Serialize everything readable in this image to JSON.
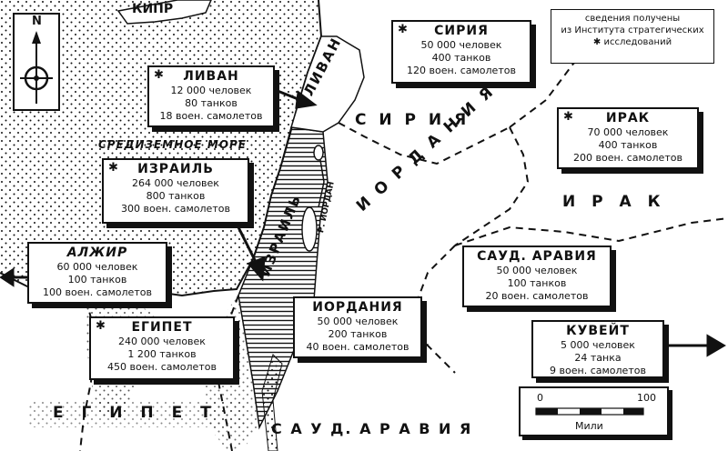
{
  "map_title": "",
  "source_note": [
    "сведения получены",
    "из Института стратегических",
    "✱ исследований"
  ],
  "compass": {
    "north": "N"
  },
  "scale": {
    "zero": "0",
    "max": "100",
    "unit": "Мили"
  },
  "regions": {
    "cyprus": "КИПР",
    "mediterranean": "СРЕДИЗЕМНОЕ МОРЕ",
    "syria": "С И Р И Я",
    "iraq": "И Р А К",
    "jordan": "И О Р Д А Н И Я",
    "egypt": "Е Г И П Е Т",
    "saudi": "С А У Д.   А Р А В И Я",
    "lebanon_map": "ЛИВАН",
    "israel_map": "ИЗРАИЛЬ",
    "jordan_river": "Р. ИОРДАН"
  },
  "countries": [
    {
      "key": "syria",
      "star": true,
      "name": "СИРИЯ",
      "people": "50 000 человек",
      "tanks": "400 танков",
      "planes": "120 воен. самолетов"
    },
    {
      "key": "lebanon",
      "star": true,
      "name": "ЛИВАН",
      "people": "12 000 человек",
      "tanks": "80 танков",
      "planes": "18 воен. самолетов"
    },
    {
      "key": "iraq",
      "star": true,
      "name": "ИРАК",
      "people": "70 000 человек",
      "tanks": "400 танков",
      "planes": "200 воен. самолетов"
    },
    {
      "key": "israel",
      "star": true,
      "name": "ИЗРАИЛЬ",
      "people": "264 000 человек",
      "tanks": "800 танков",
      "planes": "300 воен. самолетов"
    },
    {
      "key": "algeria",
      "star": false,
      "name": "АЛЖИР",
      "people": "60 000 человек",
      "tanks": "100 танков",
      "planes": "100 воен. самолетов"
    },
    {
      "key": "saudi",
      "star": false,
      "name": "САУД. АРАВИЯ",
      "people": "50 000 человек",
      "tanks": "100 танков",
      "planes": "20 воен. самолетов"
    },
    {
      "key": "jordan",
      "star": false,
      "name": "ИОРДАНИЯ",
      "people": "50 000 человек",
      "tanks": "200 танков",
      "planes": "40 воен. самолетов"
    },
    {
      "key": "egypt",
      "star": true,
      "name": "ЕГИПЕТ",
      "people": "240 000 человек",
      "tanks": "1 200 танков",
      "planes": "450 воен. самолетов"
    },
    {
      "key": "kuwait",
      "star": false,
      "name": "КУВЕЙТ",
      "people": "5 000 человек",
      "tanks": "24 танка",
      "planes": "9 воен. самолетов"
    }
  ],
  "colors": {
    "ink": "#111111",
    "paper": "#ffffff"
  }
}
